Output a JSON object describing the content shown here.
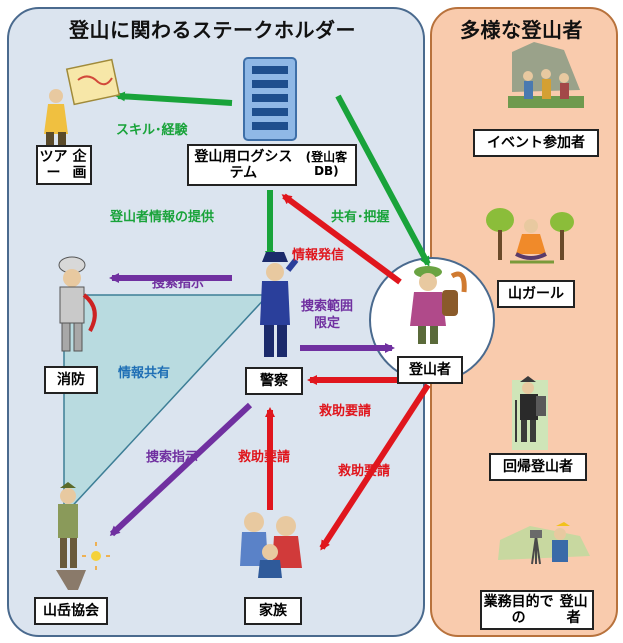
{
  "left_panel": {
    "title": "登山に関わるステークホルダー",
    "nodes": {
      "tour": [
        "ツアー",
        "企画"
      ],
      "system": [
        "登山用ログシステム",
        "(登山客DB)"
      ],
      "fire": "消防",
      "police": "警察",
      "climber": "登山者",
      "association": "山岳協会",
      "family": "家族"
    },
    "edge_labels": {
      "skill": "スキル･経験",
      "provide_info": "登山者情報の提供",
      "share": "共有･把握",
      "info_send": "情報発信",
      "search_order_fire": "捜索指示",
      "search_range": [
        "捜索範囲",
        "限定"
      ],
      "info_share": "情報共有",
      "rescue_climber": "救助要請",
      "search_order_assoc": "捜索指示",
      "rescue_family": "救助要請",
      "rescue_climber_family": "救助要請"
    }
  },
  "right_panel": {
    "title": "多様な登山者",
    "items": [
      {
        "label": [
          "イベント参加者"
        ]
      },
      {
        "label": [
          "山ガール"
        ]
      },
      {
        "label": [
          "回帰登山者"
        ]
      },
      {
        "label": [
          "業務目的での",
          "登山者"
        ]
      }
    ]
  },
  "colors": {
    "green": "#19a33a",
    "red": "#e0161d",
    "purple": "#7030a0",
    "blue": "#1f6fb5"
  }
}
